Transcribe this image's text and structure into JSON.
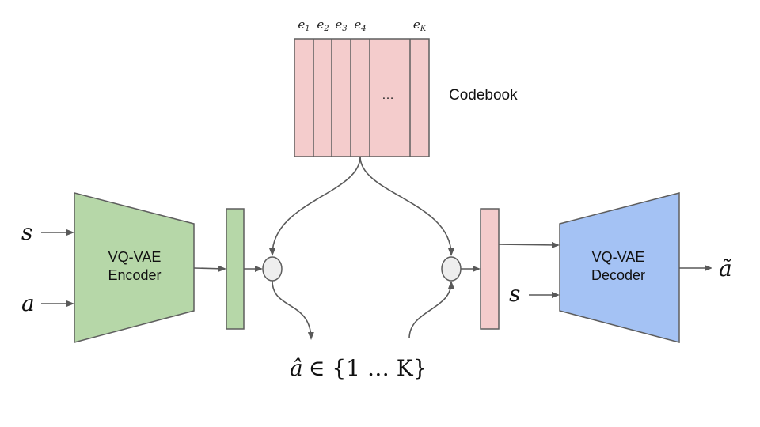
{
  "colors": {
    "encoder_fill": "#b6d7a8",
    "encoder_stroke": "#5e5e5e",
    "decoder_fill": "#a4c2f4",
    "decoder_stroke": "#5e5e5e",
    "codebook_fill": "#f4cccc",
    "latent_fill": "#b6d7a8",
    "quantized_fill": "#f4cccc",
    "node_fill": "#eeeeee",
    "arrow": "#595959"
  },
  "codebook": {
    "label": "Codebook",
    "ellipsis": "…",
    "entries": [
      {
        "base": "e",
        "sub": "1"
      },
      {
        "base": "e",
        "sub": "2"
      },
      {
        "base": "e",
        "sub": "3"
      },
      {
        "base": "e",
        "sub": "4"
      },
      {
        "base": "e",
        "sub": "K"
      }
    ]
  },
  "encoder": {
    "line1": "VQ-VAE",
    "line2": "Encoder",
    "inputs": [
      "s",
      "a"
    ]
  },
  "decoder": {
    "line1": "VQ-VAE",
    "line2": "Decoder",
    "input": "s",
    "output": "ã"
  },
  "latent": {
    "index_symbol": "â",
    "set_expr": "∈ {1 … K}"
  }
}
